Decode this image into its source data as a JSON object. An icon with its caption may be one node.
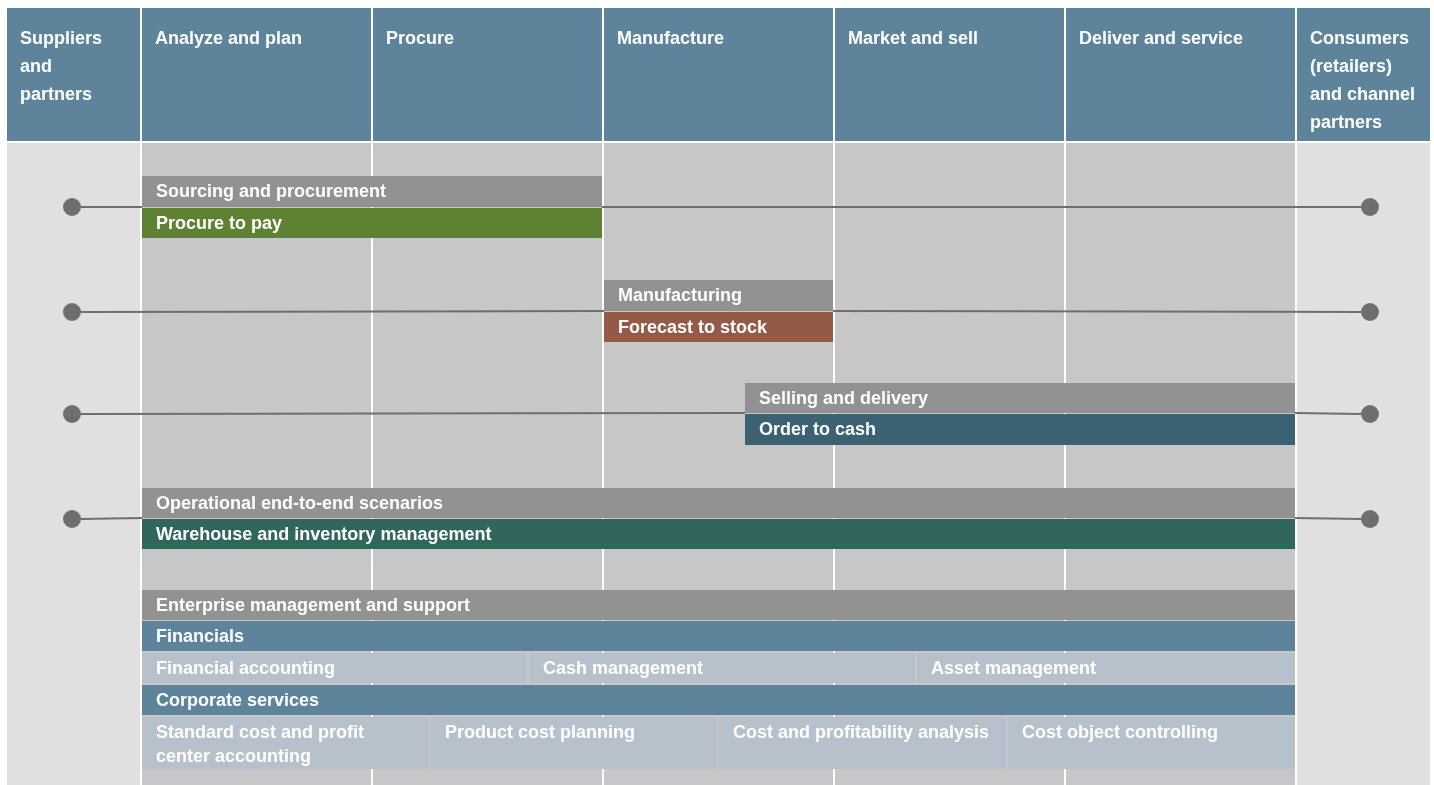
{
  "diagram": {
    "nodes": [
      {
        "text": [
          "Suppliers and partners"
        ]
      },
      {
        "text": [
          "Analyze and plan"
        ]
      },
      {
        "text": [
          "Procure"
        ]
      },
      {
        "text": [
          "Manufacture"
        ]
      },
      {
        "text": [
          "Market and sell"
        ]
      },
      {
        "text": [
          "Deliver and service"
        ]
      },
      {
        "text": [
          "Consumers (retailers) and channel partners"
        ]
      },
      {
        "text": [],
        "shape": "circle"
      },
      {
        "text": [
          "Sourcing and procurement"
        ]
      },
      {
        "text": [
          "Procure to pay"
        ]
      },
      {
        "text": [],
        "shape": "circle"
      },
      {
        "text": [],
        "shape": "circle"
      },
      {
        "text": [
          "Manufacturing"
        ]
      },
      {
        "text": [
          "Forecast to stock"
        ]
      },
      {
        "text": [],
        "shape": "circle"
      },
      {
        "text": [],
        "shape": "circle"
      },
      {
        "text": [
          "Selling and delivery"
        ]
      },
      {
        "text": [
          "Order to cash"
        ]
      },
      {
        "text": [],
        "shape": "circle"
      },
      {
        "text": [],
        "shape": "circle"
      },
      {
        "text": [
          "Operational end-to-end scenarios"
        ]
      },
      {
        "text": [
          "Warehouse and inventory management"
        ]
      },
      {
        "text": [],
        "shape": "circle"
      },
      {
        "text": [
          "Enterprise management and support"
        ]
      },
      {
        "text": [
          "Financials"
        ]
      },
      {
        "text": [
          "Financial accounting"
        ]
      },
      {
        "text": [
          "Cash management"
        ]
      },
      {
        "text": [
          "Asset management"
        ]
      },
      {
        "text": [
          "Corporate services"
        ]
      },
      {
        "text": [
          "Standard cost and profit center accounting"
        ]
      },
      {
        "text": [
          "Product cost planning"
        ]
      },
      {
        "text": [
          "Cost and profitability analysis"
        ]
      },
      {
        "text": [
          "Cost object controlling"
        ]
      }
    ],
    "edges": [
      {
        "from": 7,
        "to": 8,
        "arrow": "none"
      },
      {
        "from": 8,
        "to": 10,
        "arrow": "none"
      },
      {
        "from": 11,
        "to": 12,
        "arrow": "none"
      },
      {
        "from": 12,
        "to": 14,
        "arrow": "none"
      },
      {
        "from": 15,
        "to": 16,
        "arrow": "none"
      },
      {
        "from": 16,
        "to": 18,
        "arrow": "none"
      },
      {
        "from": 19,
        "to": 20,
        "arrow": "none"
      },
      {
        "from": 20,
        "to": 22,
        "arrow": "none"
      }
    ]
  }
}
